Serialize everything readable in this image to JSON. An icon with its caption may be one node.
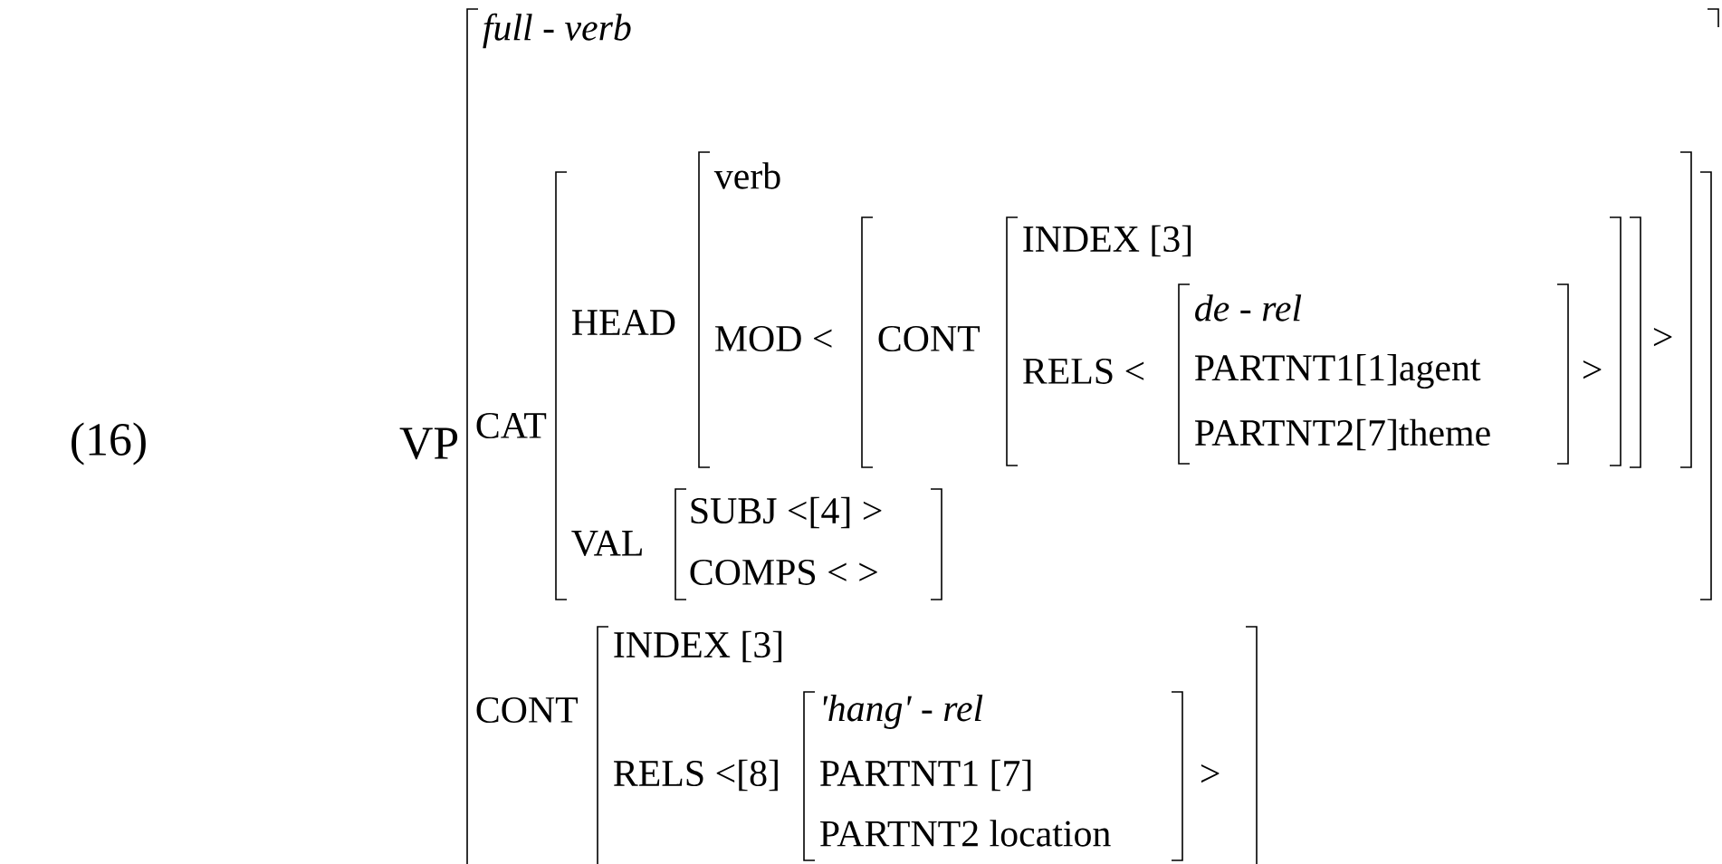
{
  "diagram": {
    "nodes": [
      {
        "text": [
          "full - verb",
          "CAT",
          "CONT"
        ],
        "beside": [
          "VP"
        ]
      },
      {
        "text": [
          "HEAD",
          "VAL"
        ],
        "in": 0
      },
      {
        "text": [
          "verb",
          "MOD <",
          ">"
        ],
        "in": 1
      },
      {
        "text": [
          "CONT"
        ],
        "in": 2
      },
      {
        "text": [
          "INDEX [3]",
          "RELS <",
          ">"
        ],
        "in": 3
      },
      {
        "text": [
          "de - rel",
          "PARTNT1[1]agent",
          "PARTNT2[7]theme"
        ],
        "in": 4
      },
      {
        "text": [
          "SUBJ <[4] >",
          "COMPS < >"
        ],
        "in": 1
      },
      {
        "text": [
          "INDEX [3]",
          "RELS <[8]",
          ">"
        ],
        "in": 0
      },
      {
        "text": [
          "'hang' - rel",
          "PARTNT1 [7]",
          "PARTNT2 location"
        ],
        "in": 7
      }
    ],
    "labels": [
      "(16)"
    ]
  }
}
